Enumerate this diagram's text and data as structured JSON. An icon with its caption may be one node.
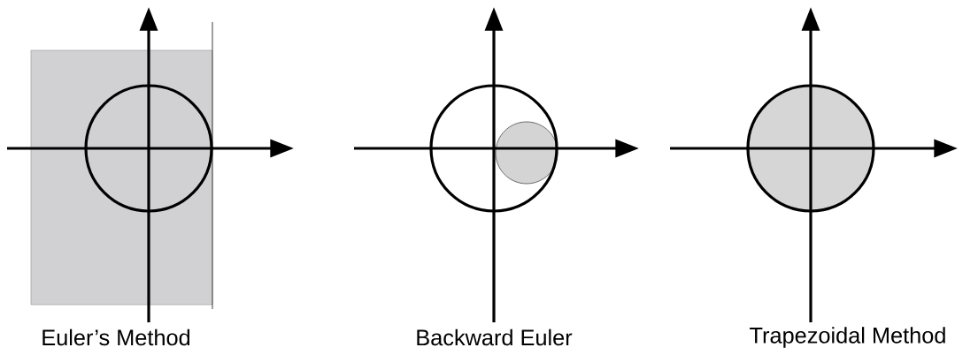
{
  "diagram": {
    "labels": [
      "Euler’s Method",
      "Backward Euler",
      "Trapezoidal Method"
    ]
  }
}
